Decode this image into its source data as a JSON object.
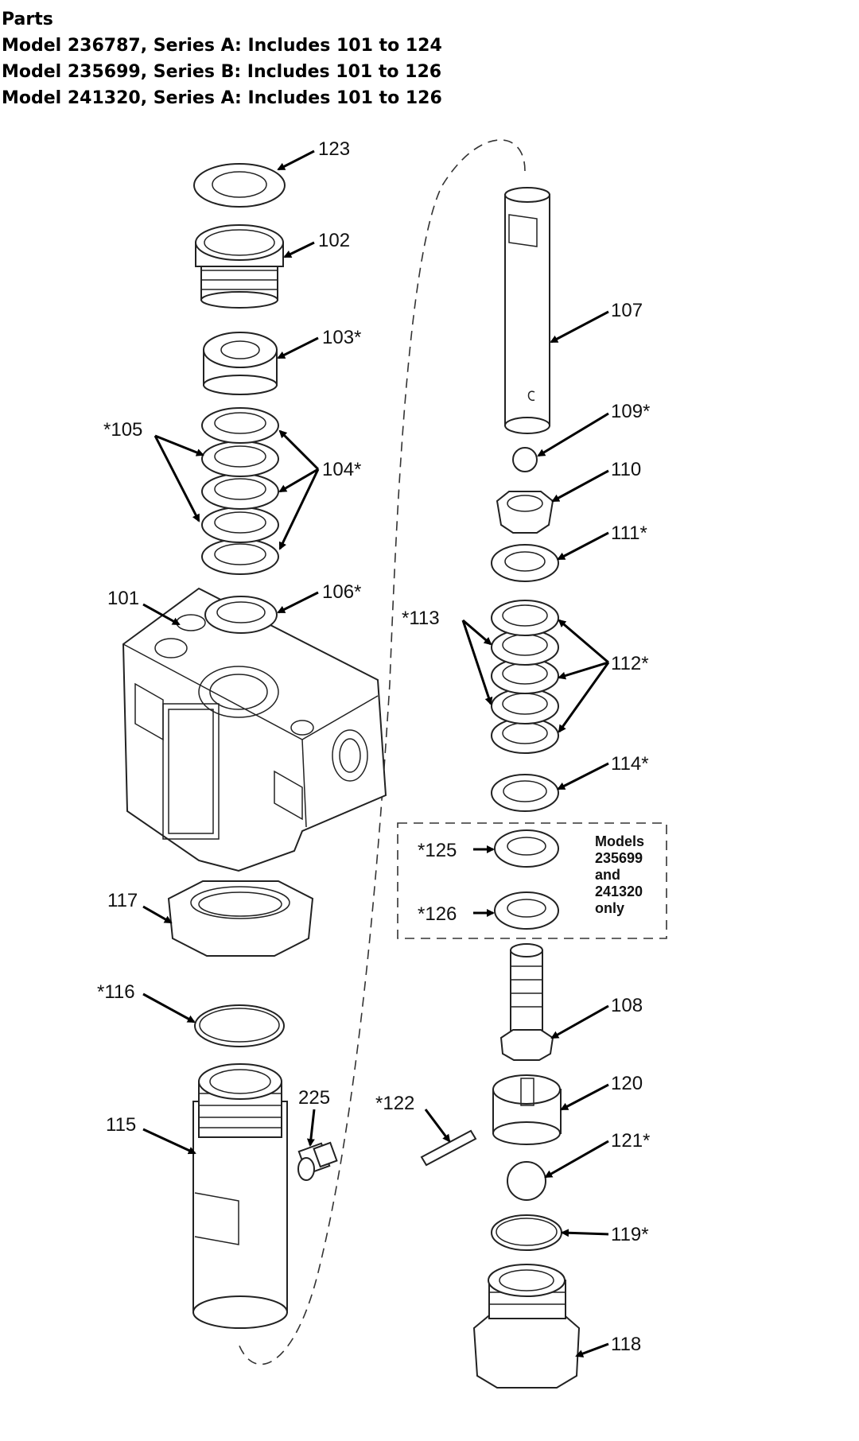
{
  "header": {
    "title": "Parts",
    "lines": [
      "Model 236787, Series A: Includes 101 to 124",
      "Model 235699, Series B: Includes 101 to 126",
      "Model 241320, Series A: Includes 101 to 126"
    ]
  },
  "callouts": {
    "p123": "123",
    "p102": "102",
    "p103": "103*",
    "p105": "*105",
    "p104": "104*",
    "p101": "101",
    "p106": "106*",
    "p117": "117",
    "p116": "*116",
    "p115": "115",
    "p225": "225",
    "p107": "107",
    "p109": "109*",
    "p110": "110",
    "p111": "111*",
    "p113": "*113",
    "p112": "112*",
    "p114": "114*",
    "p125": "*125",
    "p126": "*126",
    "p108": "108",
    "p120": "120",
    "p122": "*122",
    "p121": "121*",
    "p119": "119*",
    "p118": "118"
  },
  "note": {
    "lines": [
      "Models",
      "235699",
      "and",
      "241320",
      "only"
    ]
  }
}
